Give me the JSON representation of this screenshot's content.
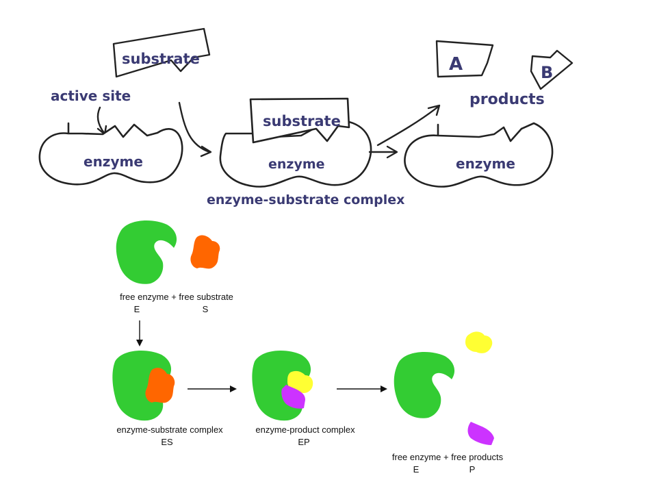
{
  "sketch": {
    "label_substrate": "substrate",
    "label_active_site": "active site",
    "label_enzyme": "enzyme",
    "label_es_substrate": "substrate",
    "label_es_enzyme": "enzyme",
    "label_es_complex": "enzyme-substrate complex",
    "label_product_a": "A",
    "label_product_b": "B",
    "label_products": "products",
    "label_final_enzyme": "enzyme"
  },
  "schematic": {
    "free_state_caption": "free enzyme + free substrate",
    "free_state_symbols": {
      "enzyme": "E",
      "substrate": "S"
    },
    "es_caption": "enzyme-substrate complex",
    "es_symbol": "ES",
    "ep_caption": "enzyme-product complex",
    "ep_symbol": "EP",
    "final_caption": "free enzyme + free products",
    "final_symbols": {
      "enzyme": "E",
      "products": "P"
    }
  },
  "colors": {
    "enzyme": "#33cc33",
    "substrate": "#ff6600",
    "product_yellow": "#ffff33",
    "product_magenta": "#cc33ff",
    "hand_text": "#3a3a73"
  }
}
